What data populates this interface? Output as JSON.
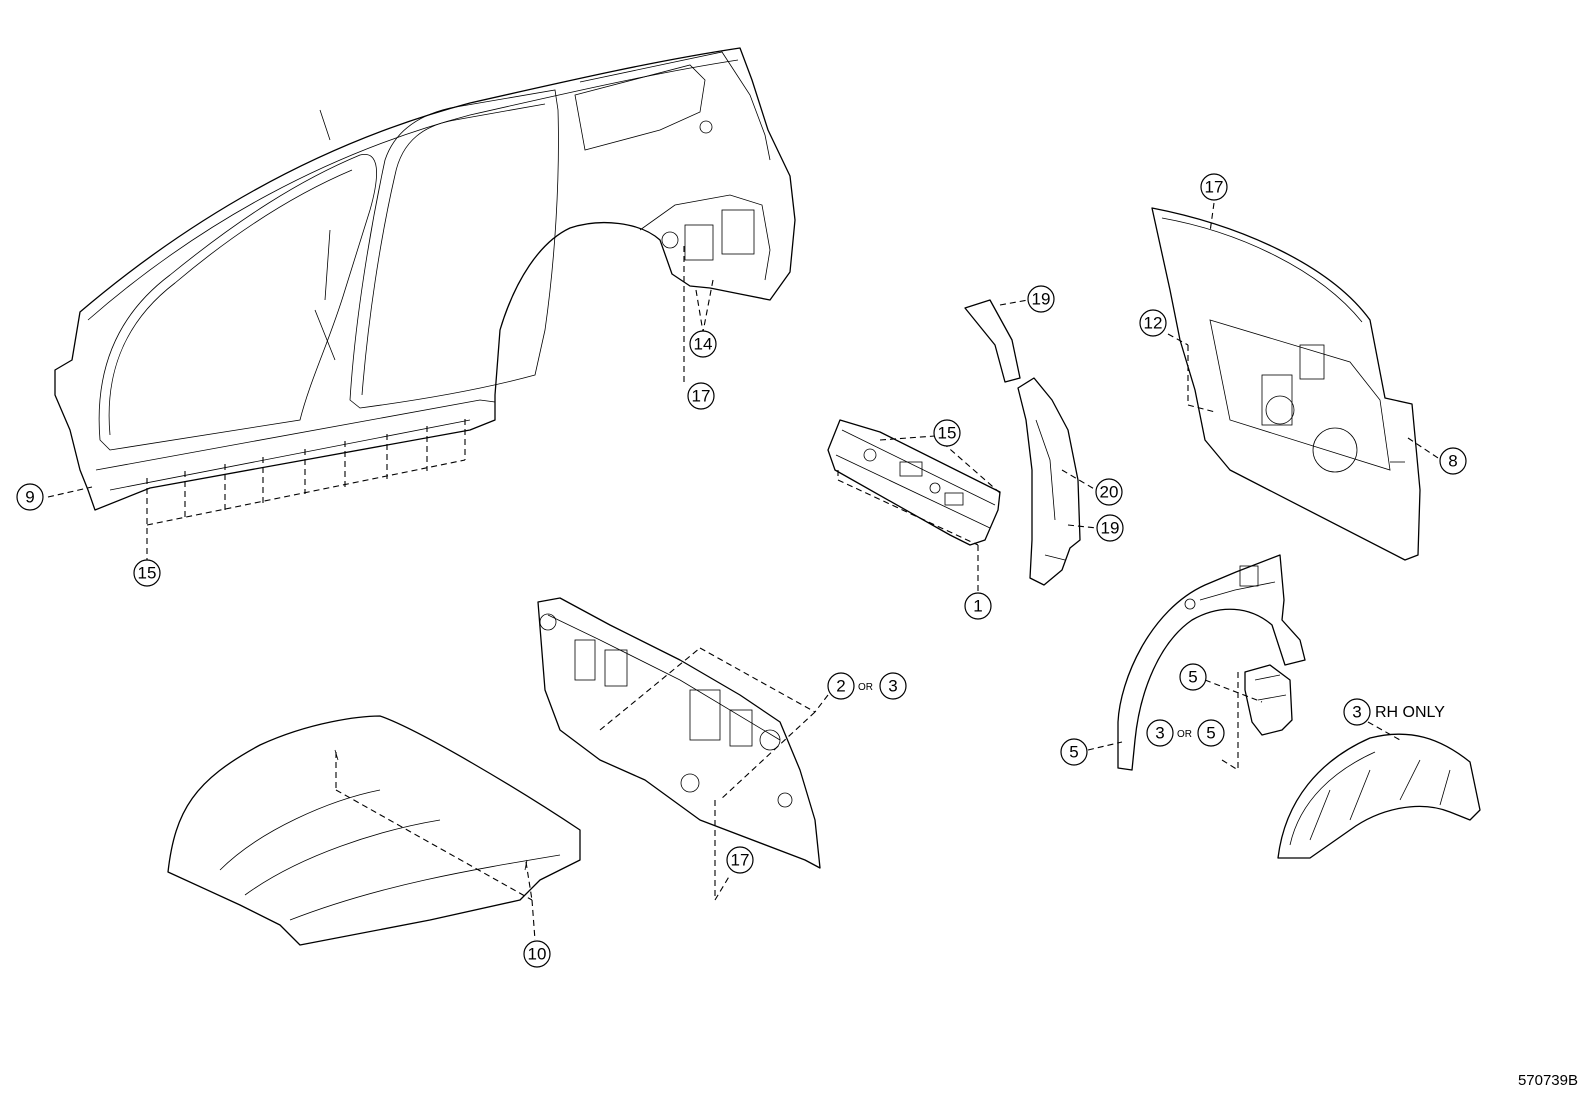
{
  "callouts": {
    "c9": "9",
    "c15_side": "15",
    "c14": "14",
    "c17_rear": "17",
    "c19_top": "19",
    "c15_cowl": "15",
    "c20": "20",
    "c19_low": "19",
    "c1": "1",
    "c17_door": "17",
    "c12": "12",
    "c8": "8",
    "c2": "2",
    "c3_dash": "3",
    "c17_dash": "17",
    "c10": "10",
    "c5_upper": "5",
    "c5_left": "5",
    "c3_mid": "3",
    "c5_mid": "5",
    "c3_rh": "3"
  },
  "labels": {
    "or_dash": "OR",
    "or_mid": "OR",
    "rh_only": "RH ONLY"
  },
  "diagram_code": "570739B"
}
